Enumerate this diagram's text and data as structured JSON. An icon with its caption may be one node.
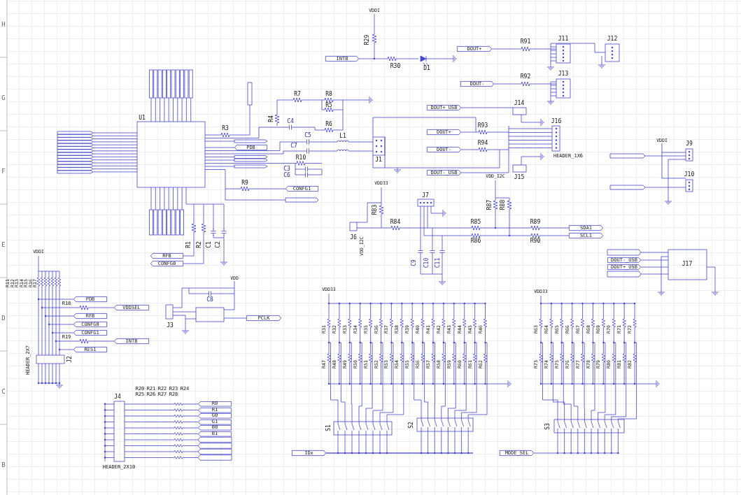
{
  "diagram": {
    "nodes": [
      {
        "text": [
          "INTB"
        ]
      },
      {
        "text": [
          "DOUT+"
        ]
      },
      {
        "text": [
          "DOUT-"
        ]
      },
      {
        "text": [
          "DOUT+_USB"
        ]
      },
      {
        "text": [
          "DOUT+"
        ]
      },
      {
        "text": [
          "DOUT-"
        ]
      },
      {
        "text": [
          "DOUT-_USB"
        ]
      },
      {
        "text": [
          "PDB"
        ]
      },
      {
        "text": [
          "CONFG1"
        ]
      },
      {
        "text": [
          "RFB"
        ]
      },
      {
        "text": [
          "CONFG0"
        ]
      },
      {
        "text": [
          "SDA1"
        ]
      },
      {
        "text": [
          "SCL1"
        ]
      },
      {
        "text": [
          "PCLK"
        ]
      },
      {
        "text": [
          "PDB"
        ]
      },
      {
        "text": [
          "VDDSEL"
        ]
      },
      {
        "text": [
          "RFB"
        ]
      },
      {
        "text": [
          "CONFG0"
        ]
      },
      {
        "text": [
          "CONFG1"
        ]
      },
      {
        "text": [
          "INTB"
        ]
      },
      {
        "text": [
          "RES1"
        ]
      },
      {
        "text": [
          "R0"
        ]
      },
      {
        "text": [
          "R1"
        ]
      },
      {
        "text": [
          "G0"
        ]
      },
      {
        "text": [
          "G1"
        ]
      },
      {
        "text": [
          "B0"
        ]
      },
      {
        "text": [
          "B1"
        ]
      },
      {
        "text": [
          "IDx"
        ]
      },
      {
        "text": [
          "MODE_SEL"
        ]
      },
      {
        "text": [
          "DOUT-_USB"
        ]
      },
      {
        "text": [
          "DOUT+_USB"
        ]
      }
    ],
    "labels": [
      "H",
      "G",
      "F",
      "E",
      "D",
      "C",
      "B",
      "VDDI",
      "R29",
      "R30",
      "D1",
      "R91",
      "J11",
      "J12",
      "R92",
      "J13",
      "U1",
      "R7",
      "R8",
      "R5",
      "R6",
      "R4",
      "C4",
      "R3",
      "C5",
      "L1",
      "C7",
      "J1",
      "R93",
      "R94",
      "J14",
      "J16",
      "HEADER_1X6",
      "J15",
      "R10",
      "C3",
      "C6",
      "R9",
      "VDDI",
      "J9",
      "J10",
      "VDD33",
      "J7",
      "VDD_I2C",
      "R87",
      "R88",
      "R83",
      "R84",
      "R85",
      "R86",
      "R89",
      "R90",
      "J6",
      "VDD_I2C",
      "R1",
      "R2",
      "C1",
      "C2",
      "C9",
      "C10",
      "C11",
      "J17",
      "VDDI",
      "R11",
      "R12",
      "R13",
      "R14",
      "R15",
      "R16",
      "R17",
      "R18",
      "VDD",
      "C8",
      "J3",
      "R19",
      "HEADER_2X7",
      "J2",
      "VDD33",
      "VDD33",
      "R31",
      "R32",
      "R33",
      "R34",
      "R35",
      "R36",
      "R37",
      "R38",
      "R39",
      "R40",
      "R41",
      "R42",
      "R43",
      "R44",
      "R45",
      "R46",
      "R47",
      "R48",
      "R49",
      "R50",
      "R51",
      "R52",
      "R53",
      "R54",
      "R55",
      "R56",
      "R57",
      "R58",
      "R59",
      "R60",
      "R61",
      "R62",
      "R63",
      "R64",
      "R65",
      "R66",
      "R67",
      "R68",
      "R69",
      "R70",
      "R71",
      "R72",
      "R73",
      "R74",
      "R75",
      "R76",
      "R77",
      "R78",
      "R79",
      "R80",
      "R81",
      "R82",
      "J4",
      "R20",
      "R21",
      "R22",
      "R23",
      "R24",
      "R25",
      "R26",
      "R27",
      "R28",
      "HEADER_2X10",
      "S1",
      "S2",
      "S3"
    ]
  }
}
